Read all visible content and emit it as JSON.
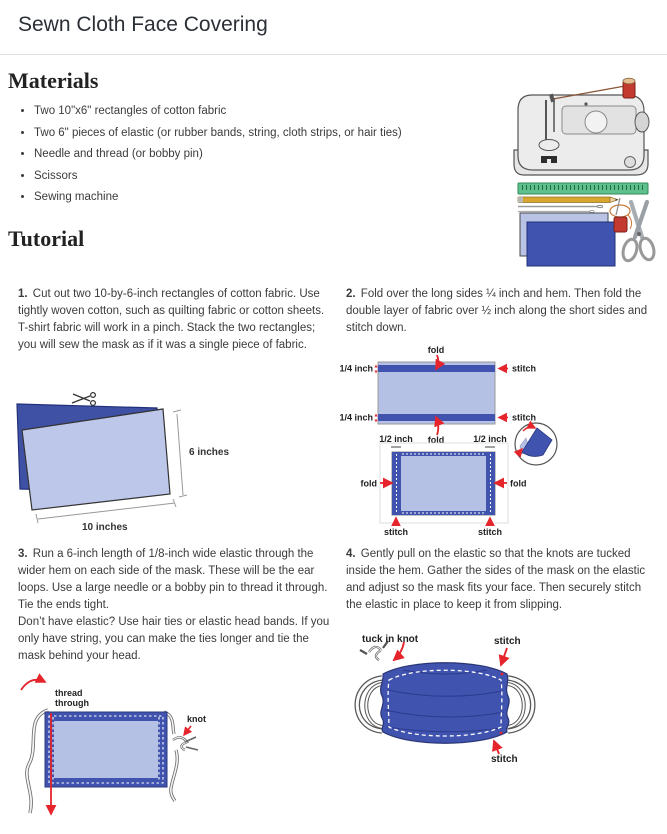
{
  "page": {
    "title": "Sewn Cloth Face Covering"
  },
  "materials": {
    "heading": "Materials",
    "items": [
      "Two 10\"x6\" rectangles of cotton fabric",
      "Two 6\" pieces of elastic (or rubber bands, string, cloth strips, or hair ties)",
      "Needle and thread (or bobby pin)",
      "Scissors",
      "Sewing machine"
    ]
  },
  "tutorial": {
    "heading": "Tutorial",
    "steps": [
      {
        "num": "1.",
        "text": "Cut out two 10-by-6-inch rectangles of cotton fabric. Use tightly woven cotton, such as quilting fabric or cotton sheets. T-shirt fabric will work in a pinch. Stack the two rectangles; you will sew the mask as if it was a single piece of fabric."
      },
      {
        "num": "2.",
        "text": "Fold over the long sides ¼ inch and hem. Then fold the double layer of fabric over ½ inch along the short sides and stitch down."
      },
      {
        "num": "3.",
        "text": "Run a 6-inch length of 1/8-inch wide elastic through the wider hem on each side of the mask. These will be the ear loops. Use a large needle or a bobby pin to thread it through. Tie the ends tight.",
        "text2": "Don’t have elastic? Use hair ties or elastic head bands. If you only have string, you can make the ties longer and tie the mask behind your head."
      },
      {
        "num": "4.",
        "text": "Gently pull on the elastic so that the knots are tucked inside the hem. Gather the sides of the mask on the elastic and adjust so the mask fits your face. Then securely stitch the elastic in place to keep it from slipping."
      }
    ]
  },
  "diagrams": {
    "cut": {
      "height_label": "6 inches",
      "width_label": "10 inches"
    },
    "hem": {
      "fold_top": "fold",
      "fold_bottom": "fold",
      "quarter_top": "1/4 inch",
      "quarter_bottom": "1/4 inch",
      "stitch_top": "stitch",
      "stitch_bottom": "stitch",
      "half_left": "1/2 inch",
      "half_right": "1/2 inch",
      "fold_left": "fold",
      "fold_right": "fold",
      "stitch_left": "stitch",
      "stitch_right": "stitch"
    },
    "thread": {
      "thread_line1": "thread",
      "thread_line2": "through",
      "knot": "knot"
    },
    "finished": {
      "tuck_in_knot": "tuck in knot",
      "stitch_top": "stitch",
      "stitch_bottom": "stitch"
    }
  },
  "colors": {
    "fabric_dark": "#4053ae",
    "fabric_light": "#b5c1e4",
    "arrow_red": "#e5242b",
    "ruler_green": "#5ec08c"
  }
}
